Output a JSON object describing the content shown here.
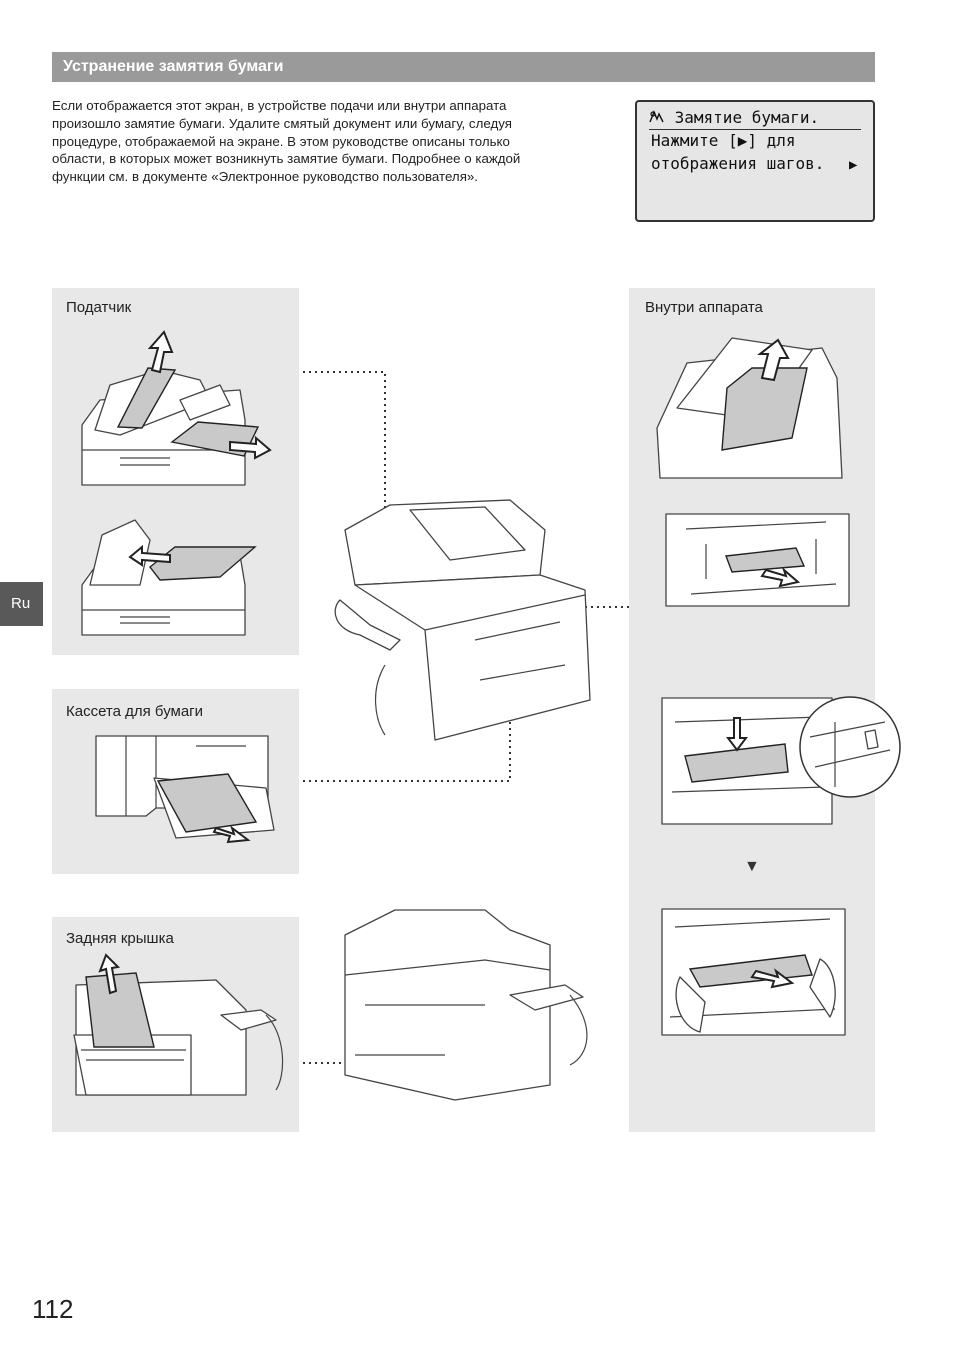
{
  "header": {
    "title": "Устранение замятия бумаги"
  },
  "intro": {
    "lines": [
      "Если отображается этот экран, в устройстве подачи или внутри аппарата",
      "произошло замятие бумаги. Удалите смятый документ или бумагу, следуя",
      "процедуре, отображаемой на экране. В этом руководстве описаны только",
      "области, в которых может возникнуть замятие бумаги. Подробнее о каждой",
      "функции см. в документе «Электронное руководство пользователя»."
    ]
  },
  "lcd": {
    "icon": "paper-jam-icon",
    "line1": "Замятие бумаги.",
    "line2": "Нажмите [▶] для",
    "line3": "отображения шагов.",
    "next_marker": "▶"
  },
  "panels": {
    "feeder": "Податчик",
    "cassette": "Кассета для бумаги",
    "rear_cover": "Задняя крышка",
    "inside": "Внутри аппарата"
  },
  "step_marker": "▼",
  "lang_tab": "Ru",
  "page_number": "112"
}
